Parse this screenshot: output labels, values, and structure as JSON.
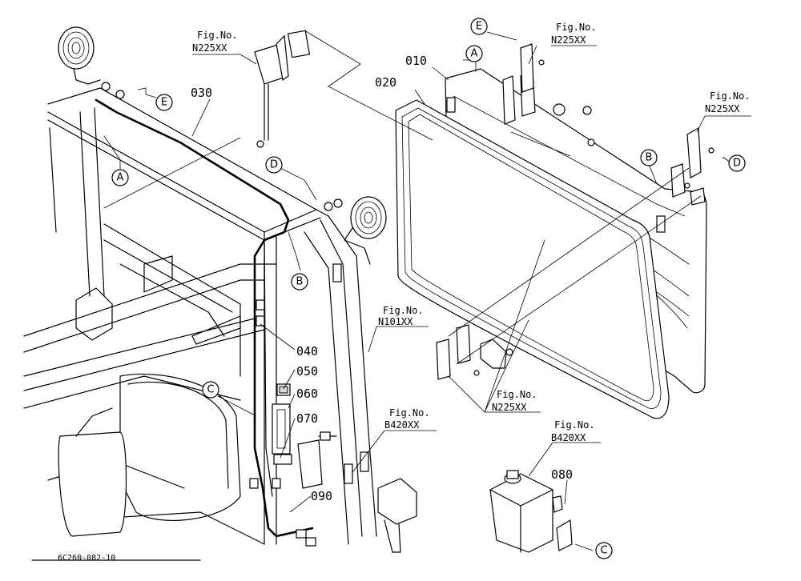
{
  "part_numbers": {
    "p010": "010",
    "p020": "020",
    "p030": "030",
    "p040": "040",
    "p050": "050",
    "p060": "060",
    "p070": "070",
    "p080": "080",
    "p090": "090"
  },
  "figure_refs": {
    "top_center": {
      "label": "Fig.No.",
      "number": "N225XX"
    },
    "top_right": {
      "label": "Fig.No.",
      "number": "N225XX"
    },
    "right": {
      "label": "Fig.No.",
      "number": "N225XX"
    },
    "middle": {
      "label": "Fig.No.",
      "number": "N101XX"
    },
    "lower_center": {
      "label": "Fig.No.",
      "number": "N225XX"
    },
    "lower_left": {
      "label": "Fig.No.",
      "number": "B420XX"
    },
    "bottom_right": {
      "label": "Fig.No.",
      "number": "B420XX"
    }
  },
  "callouts": {
    "a_left": "A",
    "a_top": "A",
    "b_mid": "B",
    "b_right": "B",
    "c_left": "C",
    "c_bottom": "C",
    "d_mid": "D",
    "d_right": "D",
    "e_left": "E",
    "e_top": "E"
  },
  "drawing_code": "6C260-082-10"
}
